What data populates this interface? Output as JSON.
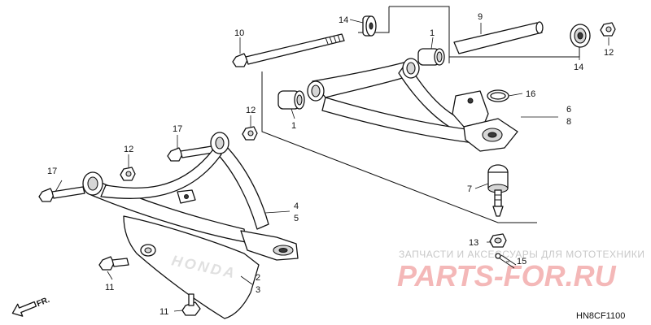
{
  "diagram": {
    "callouts": {
      "c14a": "14",
      "c10": "10",
      "c9": "9",
      "c1a": "1",
      "c14b": "14",
      "c12a": "12",
      "c16": "16",
      "c12b": "12",
      "c1b": "1",
      "c6": "6",
      "c8": "8",
      "c17a": "17",
      "c12c": "12",
      "c17b": "17",
      "c7": "7",
      "c4": "4",
      "c5": "5",
      "c13": "13",
      "c15": "15",
      "c11a": "11",
      "c2": "2",
      "c3": "3",
      "c11b": "11"
    },
    "direction_label": "FR.",
    "diagram_code": "HN8CF1100",
    "watermark": {
      "tagline": "ЗАПЧАСТИ И АКСЕССУАРЫ ДЛЯ МОТОТЕХНИКИ",
      "site": "PARTS-FOR.RU"
    },
    "emboss_text": "HONDA"
  }
}
